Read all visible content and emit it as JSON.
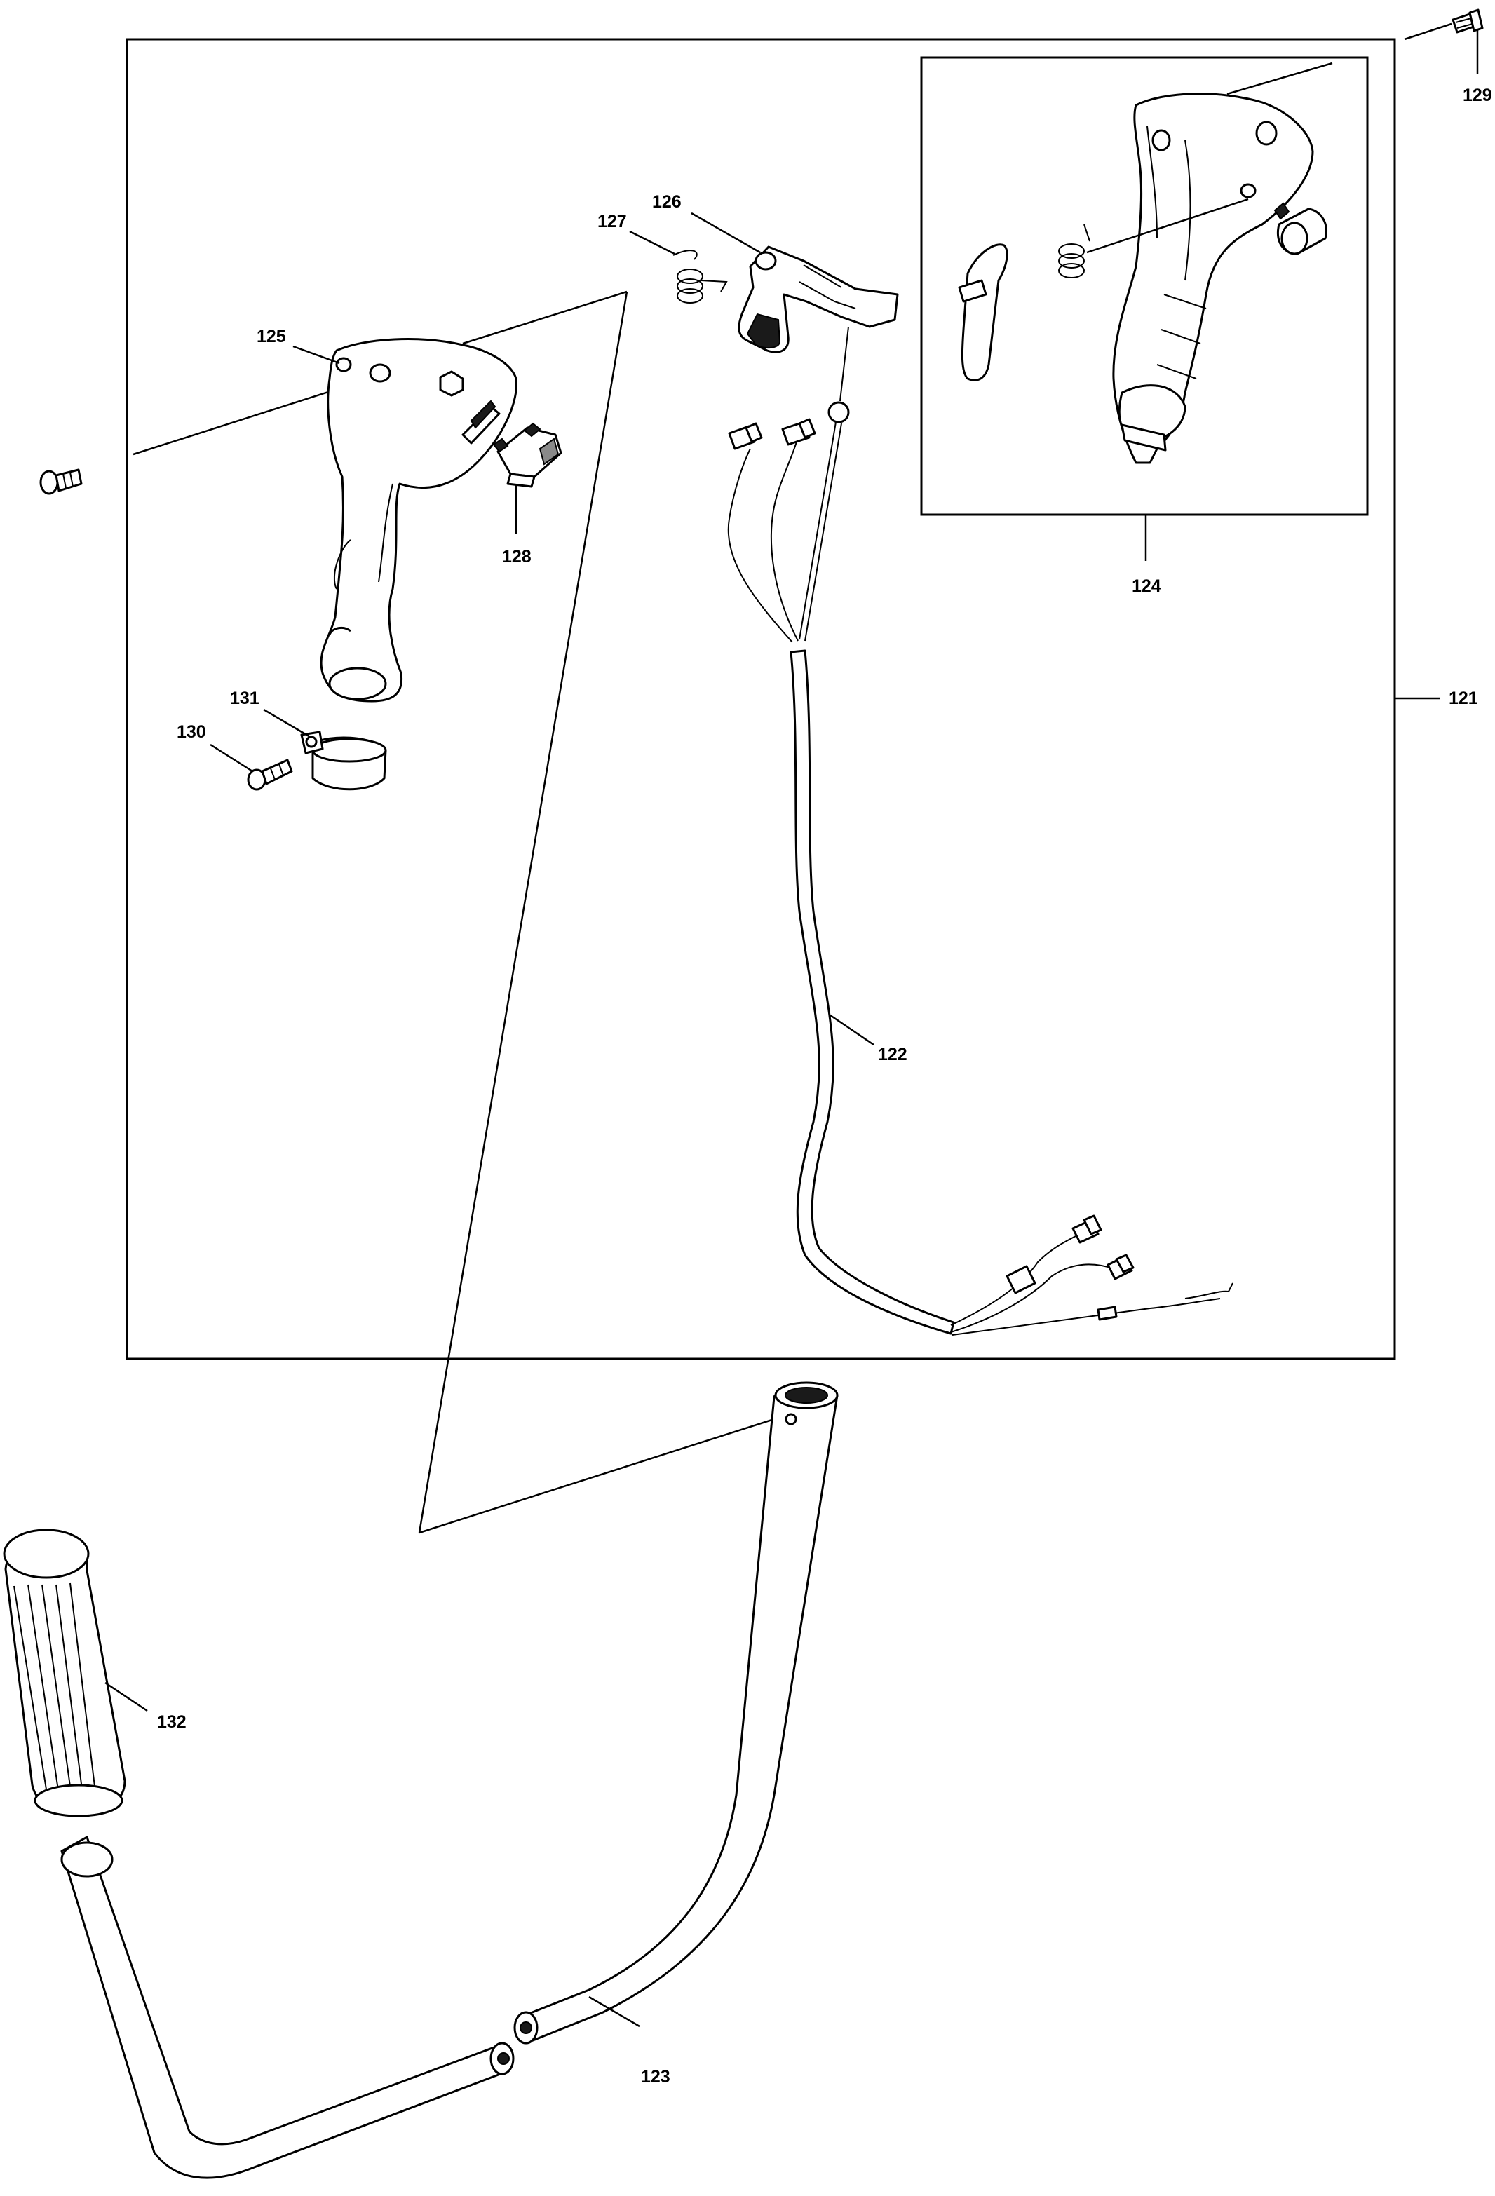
{
  "parts": [
    {
      "id": "121",
      "label": "121"
    },
    {
      "id": "122",
      "label": "122"
    },
    {
      "id": "123",
      "label": "123"
    },
    {
      "id": "124",
      "label": "124"
    },
    {
      "id": "125",
      "label": "125"
    },
    {
      "id": "126",
      "label": "126"
    },
    {
      "id": "127",
      "label": "127"
    },
    {
      "id": "128",
      "label": "128"
    },
    {
      "id": "129",
      "label": "129"
    },
    {
      "id": "130",
      "label": "130"
    },
    {
      "id": "131",
      "label": "131"
    },
    {
      "id": "132",
      "label": "132"
    }
  ]
}
